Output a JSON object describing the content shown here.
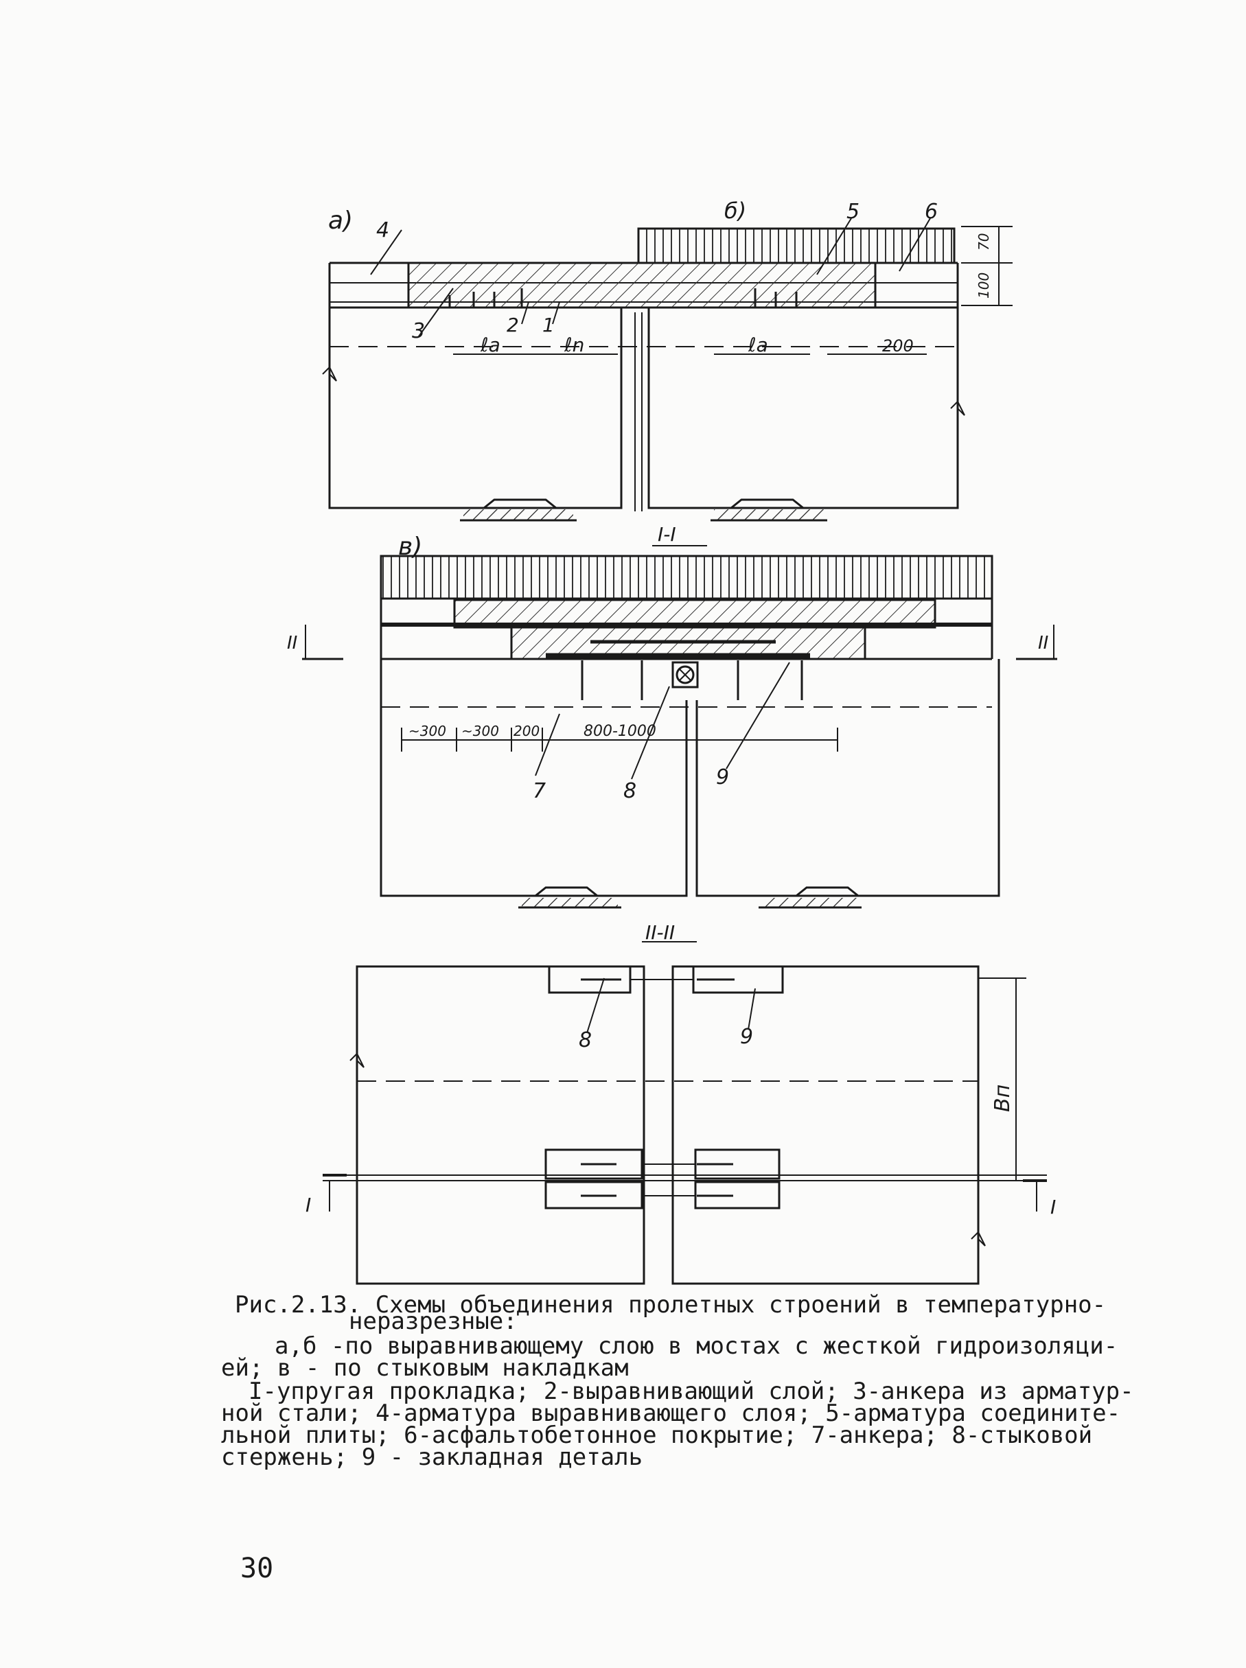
{
  "figure": {
    "a": {
      "panel_label": "а)",
      "panel_label_b": "б)",
      "callouts": [
        "1",
        "2",
        "3",
        "4",
        "5",
        "6"
      ],
      "dims": {
        "la_left": "ℓa",
        "ln": "ℓn",
        "la_right": "ℓa",
        "gap": "200",
        "h70": "70",
        "h100": "100"
      }
    },
    "v": {
      "section_label": "I-I",
      "panel_label": "в)",
      "cut_label": "II",
      "dims": [
        "~300",
        "~300",
        "200",
        "800-1000"
      ],
      "callouts": [
        "7",
        "8",
        "9"
      ]
    },
    "plan": {
      "section_label": "II-II",
      "cut_label": "I",
      "width_label": "Bп",
      "callouts": [
        "8",
        "9"
      ]
    }
  },
  "caption": {
    "title_line1": "Рис.2.13. Схемы объединения пролетных строений в температурно-",
    "title_line2": "неразрезные:",
    "line3": "а,б -по выравнивающему слою в мостах с жесткой гидроизоляци-",
    "line4": "ей; в - по стыковым накладкам",
    "line5": "I-упругая прокладка; 2-выравнивающий слой; 3-анкера из арматур-",
    "line6": "ной стали; 4-арматура выравнивающего слоя; 5-арматура соедините-",
    "line7": "льной плиты; 6-асфальтобетонное покрытие; 7-анкера; 8-стыковой",
    "line8": "стержень; 9 - закладная деталь"
  },
  "page_number": "30"
}
